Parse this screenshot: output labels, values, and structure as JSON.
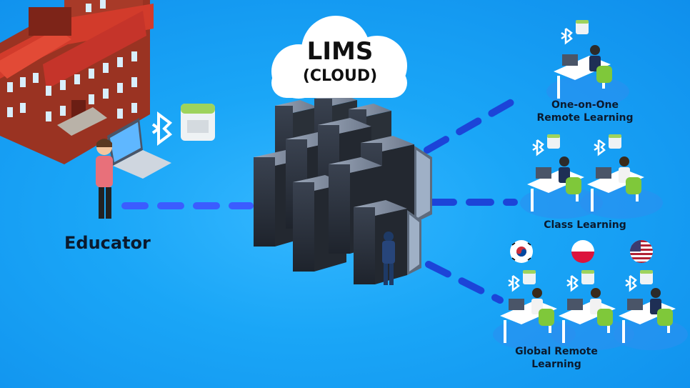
{
  "cloud": {
    "title": "LIMS",
    "subtitle": "(CLOUD)"
  },
  "educator": {
    "label": "Educator"
  },
  "modes": [
    {
      "line1": "One-on-One",
      "line2": "Remote Learning"
    },
    {
      "line1": "Class Learning",
      "line2": ""
    },
    {
      "line1": "Global Remote",
      "line2": "Learning"
    }
  ],
  "flags": [
    "south-korea-flag",
    "poland-flag",
    "usa-flag"
  ],
  "colors": {
    "background": "#1aa6f7",
    "connector": "#3b5cff",
    "brick": "#8b2a1f",
    "roof": "#d63a2b"
  }
}
